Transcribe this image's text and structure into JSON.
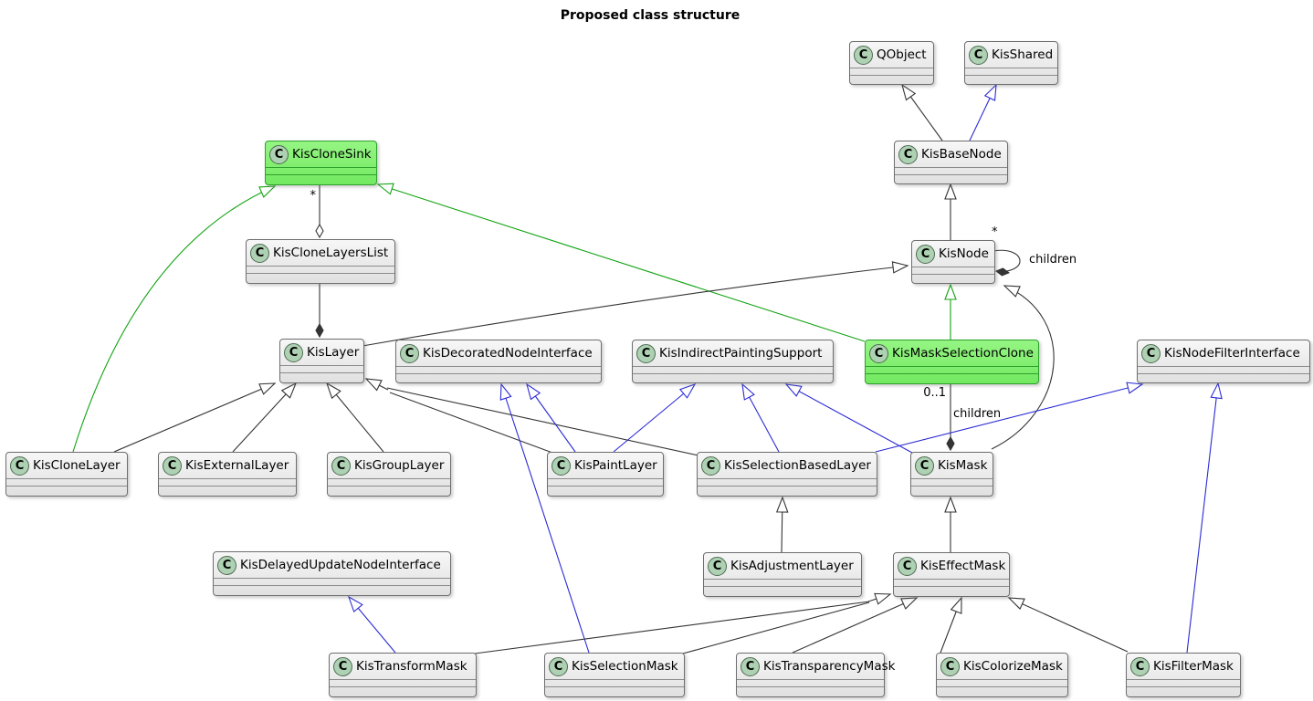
{
  "title": "Proposed class structure",
  "stereotype_letter": "C",
  "colors": {
    "background": "#ffffff",
    "box_border": "#6e6e6e",
    "box_fill_top": "#f7f7f7",
    "box_fill_bottom": "#e0e0e0",
    "highlight_fill_top": "#95f583",
    "highlight_fill_bottom": "#73e961",
    "highlight_border": "#2da02d",
    "circle_fill": "#add1b2",
    "circle_border": "#4e6b52",
    "edge_black": "#343434",
    "edge_blue": "#2b2bd5",
    "edge_green": "#12a312",
    "text": "#000000"
  },
  "classes": [
    {
      "id": "qobject",
      "name": "QObject",
      "highlighted": false
    },
    {
      "id": "kisshared",
      "name": "KisShared",
      "highlighted": false
    },
    {
      "id": "kisbasenode",
      "name": "KisBaseNode",
      "highlighted": false
    },
    {
      "id": "kisnode",
      "name": "KisNode",
      "highlighted": false
    },
    {
      "id": "kisclonesink",
      "name": "KisCloneSink",
      "highlighted": true
    },
    {
      "id": "kisclonelayerslist",
      "name": "KisCloneLayersList",
      "highlighted": false
    },
    {
      "id": "kislayer",
      "name": "KisLayer",
      "highlighted": false
    },
    {
      "id": "kisdecoratednodeinterface",
      "name": "KisDecoratedNodeInterface",
      "highlighted": false
    },
    {
      "id": "kisindirectpaintingsupport",
      "name": "KisIndirectPaintingSupport",
      "highlighted": false
    },
    {
      "id": "kismaskselectionclone",
      "name": "KisMaskSelectionClone",
      "highlighted": true
    },
    {
      "id": "kisnodefilterinterface",
      "name": "KisNodeFilterInterface",
      "highlighted": false
    },
    {
      "id": "kisclonelayer",
      "name": "KisCloneLayer",
      "highlighted": false
    },
    {
      "id": "kisexternallayer",
      "name": "KisExternalLayer",
      "highlighted": false
    },
    {
      "id": "kisgrouplayer",
      "name": "KisGroupLayer",
      "highlighted": false
    },
    {
      "id": "kispaintlayer",
      "name": "KisPaintLayer",
      "highlighted": false
    },
    {
      "id": "kisselectionbasedlayer",
      "name": "KisSelectionBasedLayer",
      "highlighted": false
    },
    {
      "id": "kismask",
      "name": "KisMask",
      "highlighted": false
    },
    {
      "id": "kisdelayedupdatenodeinterface",
      "name": "KisDelayedUpdateNodeInterface",
      "highlighted": false
    },
    {
      "id": "kisadjustmentlayer",
      "name": "KisAdjustmentLayer",
      "highlighted": false
    },
    {
      "id": "kiseffectmask",
      "name": "KisEffectMask",
      "highlighted": false
    },
    {
      "id": "kistransformmask",
      "name": "KisTransformMask",
      "highlighted": false
    },
    {
      "id": "kisselectionmask",
      "name": "KisSelectionMask",
      "highlighted": false
    },
    {
      "id": "kistransparencymask",
      "name": "KisTransparencyMask",
      "highlighted": false
    },
    {
      "id": "kiscolorizemask",
      "name": "KisColorizeMask",
      "highlighted": false
    },
    {
      "id": "kisfiltermask",
      "name": "KisFilterMask",
      "highlighted": false
    }
  ],
  "relationships": [
    {
      "child": "KisBaseNode",
      "parent": "QObject",
      "kind": "extends",
      "color": "black"
    },
    {
      "child": "KisBaseNode",
      "parent": "KisShared",
      "kind": "extends",
      "color": "blue"
    },
    {
      "child": "KisNode",
      "parent": "KisBaseNode",
      "kind": "extends",
      "color": "black"
    },
    {
      "owner": "KisNode",
      "part": "KisNode",
      "kind": "composition",
      "color": "black",
      "label": "children",
      "multiplicity": "*"
    },
    {
      "owner": "KisCloneLayersList",
      "part": "KisCloneSink",
      "kind": "aggregation",
      "color": "black",
      "multiplicity": "*"
    },
    {
      "owner": "KisLayer",
      "part": "KisCloneLayersList",
      "kind": "composition",
      "color": "black"
    },
    {
      "child": "KisCloneLayer",
      "parent": "KisCloneSink",
      "kind": "extends",
      "color": "green"
    },
    {
      "child": "KisMaskSelectionClone",
      "parent": "KisCloneSink",
      "kind": "extends",
      "color": "green"
    },
    {
      "child": "KisMaskSelectionClone",
      "parent": "KisNode",
      "kind": "extends",
      "color": "green"
    },
    {
      "child": "KisLayer",
      "parent": "KisNode",
      "kind": "extends",
      "color": "black"
    },
    {
      "child": "KisCloneLayer",
      "parent": "KisLayer",
      "kind": "extends",
      "color": "black"
    },
    {
      "child": "KisExternalLayer",
      "parent": "KisLayer",
      "kind": "extends",
      "color": "black"
    },
    {
      "child": "KisGroupLayer",
      "parent": "KisLayer",
      "kind": "extends",
      "color": "black"
    },
    {
      "child": "KisPaintLayer",
      "parent": "KisLayer",
      "kind": "extends",
      "color": "black"
    },
    {
      "child": "KisSelectionBasedLayer",
      "parent": "KisLayer",
      "kind": "extends",
      "color": "black"
    },
    {
      "child": "KisPaintLayer",
      "parent": "KisDecoratedNodeInterface",
      "kind": "extends",
      "color": "blue"
    },
    {
      "child": "KisSelectionMask",
      "parent": "KisDecoratedNodeInterface",
      "kind": "extends",
      "color": "blue"
    },
    {
      "child": "KisPaintLayer",
      "parent": "KisIndirectPaintingSupport",
      "kind": "extends",
      "color": "blue"
    },
    {
      "child": "KisSelectionBasedLayer",
      "parent": "KisIndirectPaintingSupport",
      "kind": "extends",
      "color": "blue"
    },
    {
      "child": "KisMask",
      "parent": "KisIndirectPaintingSupport",
      "kind": "extends",
      "color": "blue"
    },
    {
      "owner": "KisMask",
      "part": "KisMaskSelectionClone",
      "kind": "composition",
      "color": "black",
      "label": "children",
      "multiplicity": "0..1"
    },
    {
      "child": "KisMask",
      "parent": "KisNode",
      "kind": "extends",
      "color": "black"
    },
    {
      "child": "KisSelectionBasedLayer",
      "parent": "KisNodeFilterInterface",
      "kind": "extends",
      "color": "blue"
    },
    {
      "child": "KisFilterMask",
      "parent": "KisNodeFilterInterface",
      "kind": "extends",
      "color": "blue"
    },
    {
      "child": "KisAdjustmentLayer",
      "parent": "KisSelectionBasedLayer",
      "kind": "extends",
      "color": "black"
    },
    {
      "child": "KisEffectMask",
      "parent": "KisMask",
      "kind": "extends",
      "color": "black"
    },
    {
      "child": "KisTransformMask",
      "parent": "KisEffectMask",
      "kind": "extends",
      "color": "black"
    },
    {
      "child": "KisSelectionMask",
      "parent": "KisEffectMask",
      "kind": "extends",
      "color": "black"
    },
    {
      "child": "KisTransparencyMask",
      "parent": "KisEffectMask",
      "kind": "extends",
      "color": "black"
    },
    {
      "child": "KisColorizeMask",
      "parent": "KisEffectMask",
      "kind": "extends",
      "color": "black"
    },
    {
      "child": "KisFilterMask",
      "parent": "KisEffectMask",
      "kind": "extends",
      "color": "black"
    },
    {
      "child": "KisTransformMask",
      "parent": "KisDelayedUpdateNodeInterface",
      "kind": "extends",
      "color": "blue"
    }
  ]
}
